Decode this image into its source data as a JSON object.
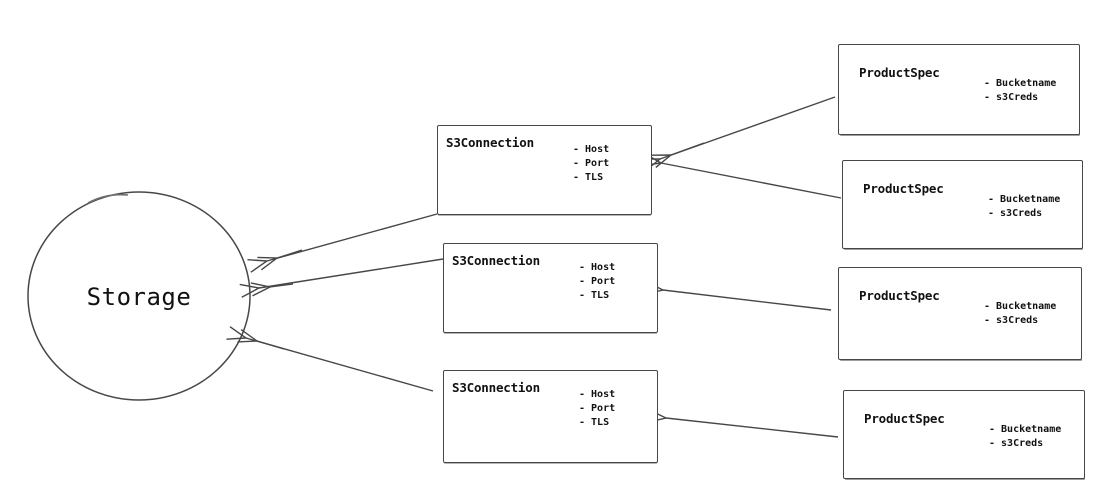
{
  "storage": {
    "label": "Storage"
  },
  "s3_connections": [
    {
      "title": "S3Connection",
      "attributes": [
        "- Host",
        "- Port",
        "- TLS"
      ]
    },
    {
      "title": "S3Connection",
      "attributes": [
        "- Host",
        "- Port",
        "- TLS"
      ]
    },
    {
      "title": "S3Connection",
      "attributes": [
        "- Host",
        "- Port",
        "- TLS"
      ]
    }
  ],
  "product_specs": [
    {
      "title": "ProductSpec",
      "attributes": [
        "- Bucketname",
        "- s3Creds"
      ]
    },
    {
      "title": "ProductSpec",
      "attributes": [
        "- Bucketname",
        "- s3Creds"
      ]
    },
    {
      "title": "ProductSpec",
      "attributes": [
        "- Bucketname",
        "- s3Creds"
      ]
    },
    {
      "title": "ProductSpec",
      "attributes": [
        "- Bucketname",
        "- s3Creds"
      ]
    }
  ],
  "colors": {
    "stroke": "#474747",
    "text": "#111111",
    "background": "#ffffff"
  }
}
